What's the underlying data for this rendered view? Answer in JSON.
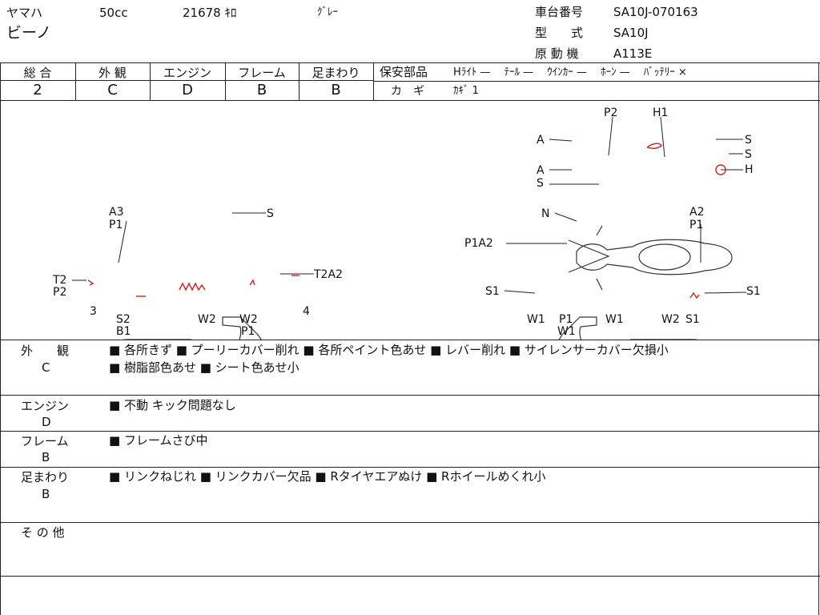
{
  "header": {
    "maker": "ヤマハ",
    "model": "ビーノ",
    "displacement": "50cc",
    "mileage": "21678 ｷﾛ",
    "color": "ｸﾞﾚｰ",
    "frame_number_label": "車台番号",
    "frame_number": "SA10J-070163",
    "type_label": "型　　式",
    "type_value": "SA10J",
    "engine_label": "原 動 機",
    "engine_value": "A113E"
  },
  "grades": {
    "overall_label": "総 合",
    "overall": "2",
    "exterior_label": "外 観",
    "exterior": "C",
    "engine_label": "エンジン",
    "engine": "D",
    "frame_label": "フレーム",
    "frame": "B",
    "suspension_label": "足まわり",
    "suspension": "B"
  },
  "safety": {
    "label": "保安部品",
    "items": "Hﾗｲﾄ —　 ﾃｰﾙ —　 ｳｲﾝｶｰ —　 ﾎｰﾝ —　 ﾊﾞｯﾃﾘｰ ×",
    "key_label": "カ　ギ",
    "key_value": "ｶｷﾞ 1"
  },
  "diagram": {
    "left": [
      "A3",
      "P1",
      "S",
      "T2",
      "P2",
      "3",
      "S2",
      "B1",
      "W2",
      "W2",
      "P1",
      "T2A2",
      "4"
    ],
    "right": [
      "N",
      "A2",
      "P1",
      "P1A2",
      "S1",
      "S1",
      "W1",
      "P1",
      "W1",
      "W1",
      "W2",
      "S1"
    ],
    "top": [
      "P2",
      "H1",
      "A",
      "A",
      "S",
      "S",
      "S",
      "H"
    ]
  },
  "comments": {
    "exterior_label": "外　　観",
    "exterior_grade": "C",
    "exterior_line1": "■ 各所きず ■ プーリーカバー削れ ■ 各所ペイント色あせ ■ レバー削れ ■ サイレンサーカバー欠損小",
    "exterior_line2": "■ 樹脂部色あせ ■ シート色あせ小",
    "engine_label": "エンジン",
    "engine_grade": "D",
    "engine_text": "■ 不動 キック問題なし",
    "frame_label": "フレーム",
    "frame_grade": "B",
    "frame_text": "■ フレームさび中",
    "suspension_label": "足まわり",
    "suspension_grade": "B",
    "suspension_text": "■ リンクねじれ ■ リンクカバー欠品 ■ Rタイヤエアぬけ ■ Rホイールめくれ小",
    "other_label": "そ の 他"
  },
  "colors": {
    "line": "#222222",
    "damage": "#cc2222"
  }
}
